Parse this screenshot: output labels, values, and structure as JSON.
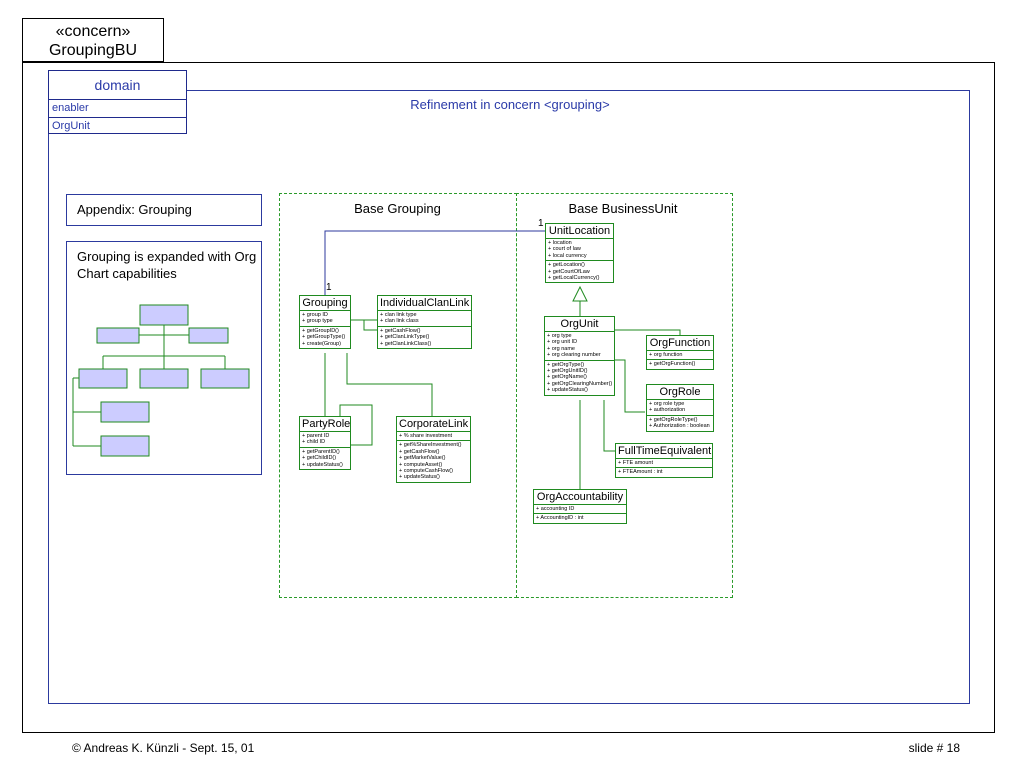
{
  "concern": {
    "line1": "«concern»",
    "line2": "GroupingBU"
  },
  "domain": {
    "title": "domain",
    "rows": [
      "enabler",
      "OrgUnit"
    ]
  },
  "refinement_title": "Refinement in concern <grouping>",
  "appendix_title": "Appendix: Grouping",
  "expanded_text": "Grouping is expanded with Org Chart capabilities",
  "panels": {
    "grouping": "Base Grouping",
    "business_unit": "Base BusinessUnit"
  },
  "classes": {
    "grouping": {
      "name": "Grouping",
      "attrs": [
        "+ group ID",
        "+ group type"
      ],
      "ops": [
        "+ getGroupID()",
        "+ getGroupType()",
        "+ create(Group)"
      ]
    },
    "individual_clan_link": {
      "name": "IndividualClanLink",
      "attrs": [
        "+ clan link type",
        "+ clan link class"
      ],
      "ops": [
        "+ getCashFlow()",
        "+ getClanLinkType()",
        "+ getClanLinkClass()"
      ]
    },
    "party_role": {
      "name": "PartyRole",
      "attrs": [
        "+ parent ID",
        "+ child ID"
      ],
      "ops": [
        "+ getParentID()",
        "+ getChildID()",
        "+ updateStatus()"
      ]
    },
    "corporate_link": {
      "name": "CorporateLink",
      "attrs": [
        "+ % share investment"
      ],
      "ops": [
        "+ get%ShareInvestment()",
        "+ getCashFlow()",
        "+ getMarketValue()",
        "+ computeAsset()",
        "+ computeCashFlow()",
        "+ updateStatus()"
      ]
    },
    "unit_location": {
      "name": "UnitLocation",
      "attrs": [
        "+ location",
        "+ court of law",
        "+ local currency"
      ],
      "ops": [
        "+ getLocation()",
        "+ getCourtOfLaw",
        "+ getLocalCurrency()"
      ]
    },
    "org_unit": {
      "name": "OrgUnit",
      "attrs": [
        "+ org type",
        "+ org unit ID",
        "+ org name",
        "+ org clearing number"
      ],
      "ops": [
        "+ getOrgType()",
        "+ getOrgUnitID()",
        "+ getOrgName()",
        "+ getOrgClearingNumber()",
        "+ updateStatus()"
      ]
    },
    "org_function": {
      "name": "OrgFunction",
      "attrs": [
        "+ org function"
      ],
      "ops": [
        "+ getOrgFunction()"
      ]
    },
    "org_role": {
      "name": "OrgRole",
      "attrs": [
        "+ org role type",
        "+ authorization"
      ],
      "ops": [
        "+ getOrgRoleType()",
        "+ Authorization : boolean"
      ]
    },
    "full_time_equivalent": {
      "name": "FullTimeEquivalent",
      "attrs": [
        "+ FTE amount"
      ],
      "ops": [
        "+ FTEAmount : int"
      ]
    },
    "org_accountability": {
      "name": "OrgAccountability",
      "attrs": [
        "+ accounting ID"
      ],
      "ops": [
        "+ AccountingID : int"
      ]
    }
  },
  "multiplicities": {
    "grouping_end": "1",
    "unit_location_end": "1"
  },
  "footer": {
    "copyright": "© Andreas K. Künzli - Sept. 15, 01",
    "slide": "slide # 18"
  },
  "colors": {
    "frame_blue": "#2c3a9e",
    "text_blue": "#2a3aa8",
    "uml_green": "#1f8a1f",
    "org_fill": "#ccccff"
  }
}
